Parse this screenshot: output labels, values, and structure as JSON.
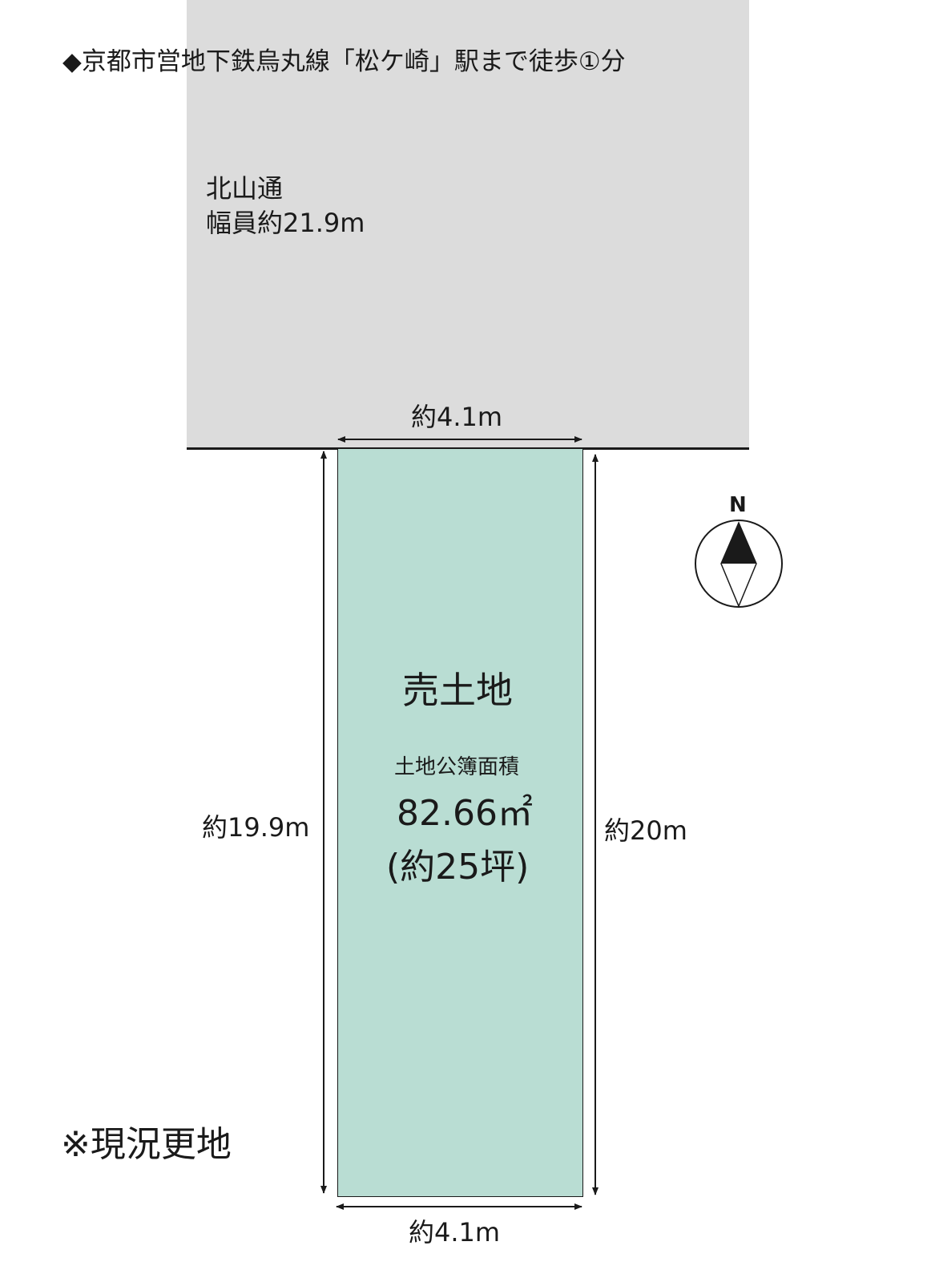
{
  "header": {
    "title": "◆京都市営地下鉄烏丸線「松ケ崎」駅まで徒歩①分"
  },
  "road": {
    "name": "北山通",
    "width": "幅員約21.9m"
  },
  "dimensions": {
    "top": "約4.1m",
    "left": "約19.9m",
    "right": "約20m",
    "bottom": "約4.1m"
  },
  "lot": {
    "title": "売土地",
    "area_label": "土地公簿面積",
    "area": "82.66㎡",
    "tsubo": "(約25坪)"
  },
  "compass": {
    "north_label": "N"
  },
  "note": "※現況更地",
  "colors": {
    "road": "#dcdcdc",
    "lot": "#b9ddd3",
    "line": "#1a1a1a"
  }
}
